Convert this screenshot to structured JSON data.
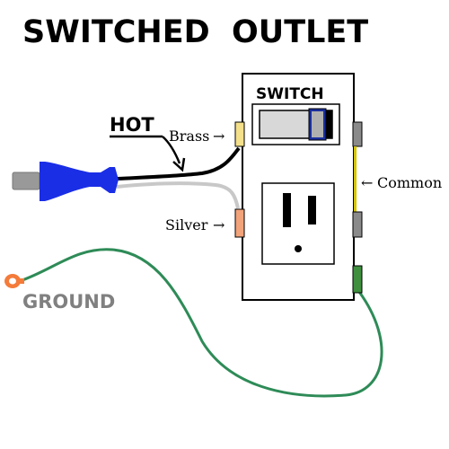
{
  "title": "SWITCHED  OUTLET",
  "labels": {
    "switch": "SWITCH",
    "hot": "HOT",
    "brass": "Brass",
    "silver": "Silver",
    "common": "Common",
    "ground": "GROUND"
  },
  "arrows": {
    "right": "→",
    "left": "←"
  },
  "icons": [
    "plug-icon",
    "ring-terminal-icon",
    "toggle-switch-icon",
    "outlet-receptacle-icon"
  ],
  "colors": {
    "plug": "#1a2ee6",
    "hot_wire": "#000000",
    "neutral_wire": "#c8c8c8",
    "ground_wire": "#2e8b57",
    "ground_label": "#808080",
    "ring_terminal": "#f47b3a",
    "brass_screw": "#f4e08a",
    "silver_screw": "#f2a37a",
    "common_strap": "#d4c400"
  }
}
